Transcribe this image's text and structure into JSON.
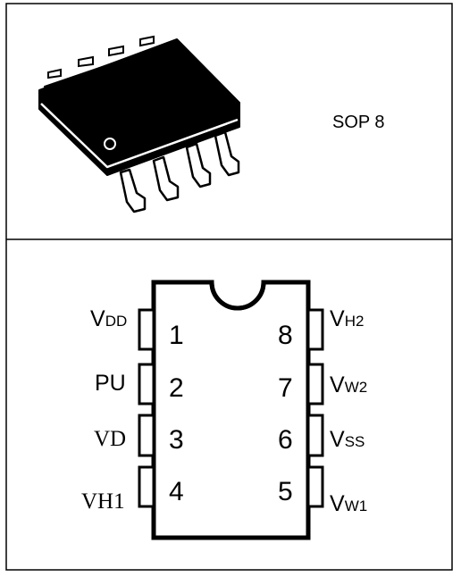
{
  "package": {
    "label": "SOP 8"
  },
  "pinout": {
    "left_pins": [
      {
        "number": "1",
        "label_main": "V",
        "label_sub": "DD"
      },
      {
        "number": "2",
        "label_main": "PU",
        "label_sub": ""
      },
      {
        "number": "3",
        "label_main": "VD",
        "label_sub": ""
      },
      {
        "number": "4",
        "label_main": "VH1",
        "label_sub": ""
      }
    ],
    "right_pins": [
      {
        "number": "8",
        "label_main": "V",
        "label_sub": "H2"
      },
      {
        "number": "7",
        "label_main": "V",
        "label_sub": "W2"
      },
      {
        "number": "6",
        "label_main": "V",
        "label_sub": "SS"
      },
      {
        "number": "5",
        "label_main": "V",
        "label_sub": "W1"
      }
    ]
  }
}
